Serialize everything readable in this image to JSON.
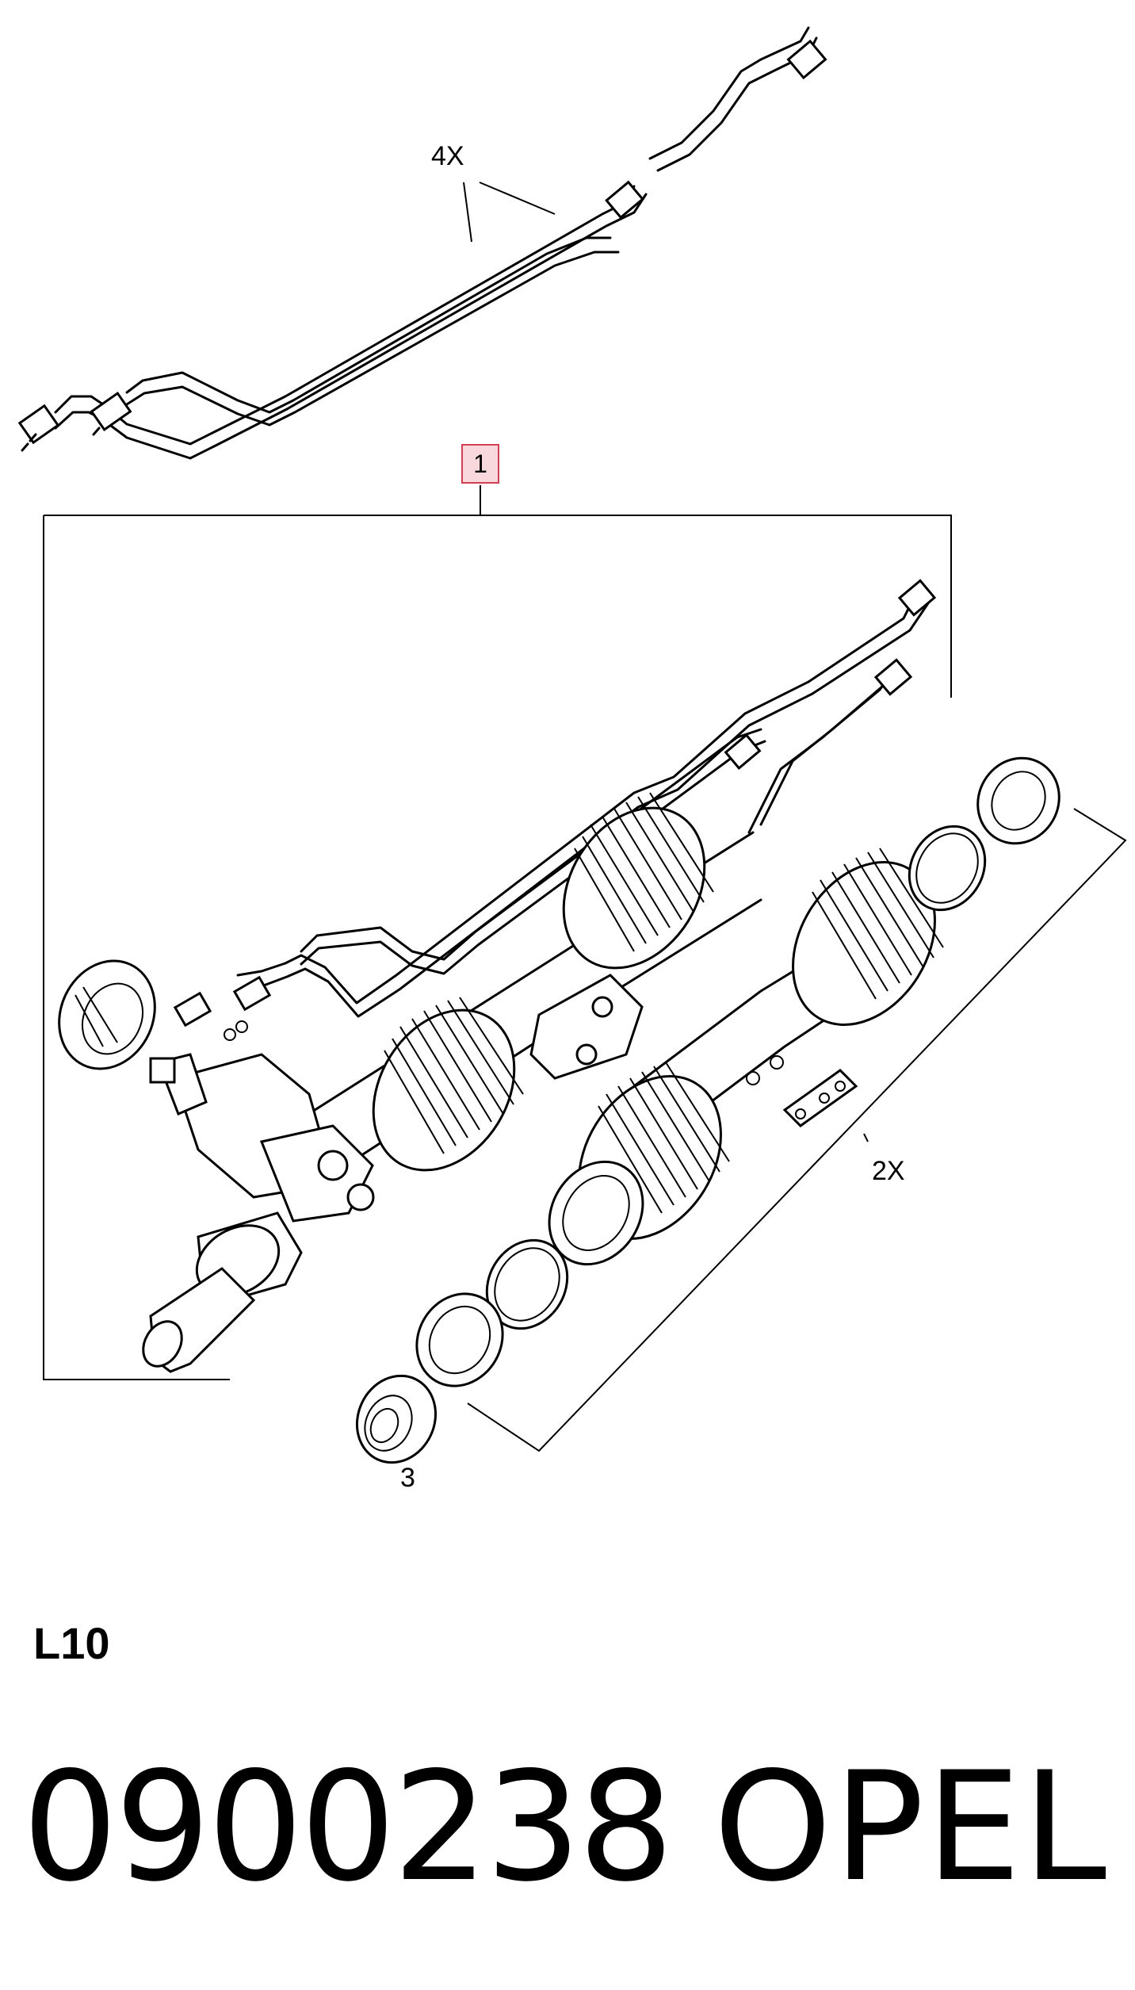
{
  "diagram": {
    "callouts": {
      "assembly": "1",
      "pipes": "4X",
      "boots": "2X",
      "seal": "3"
    }
  },
  "footer": {
    "model_code": "L10",
    "part_number": "0900238",
    "brand": "OPEL"
  },
  "colors": {
    "callout_highlight_fill": "#f8d8dc",
    "callout_highlight_border": "#d04050",
    "line": "#000000"
  }
}
